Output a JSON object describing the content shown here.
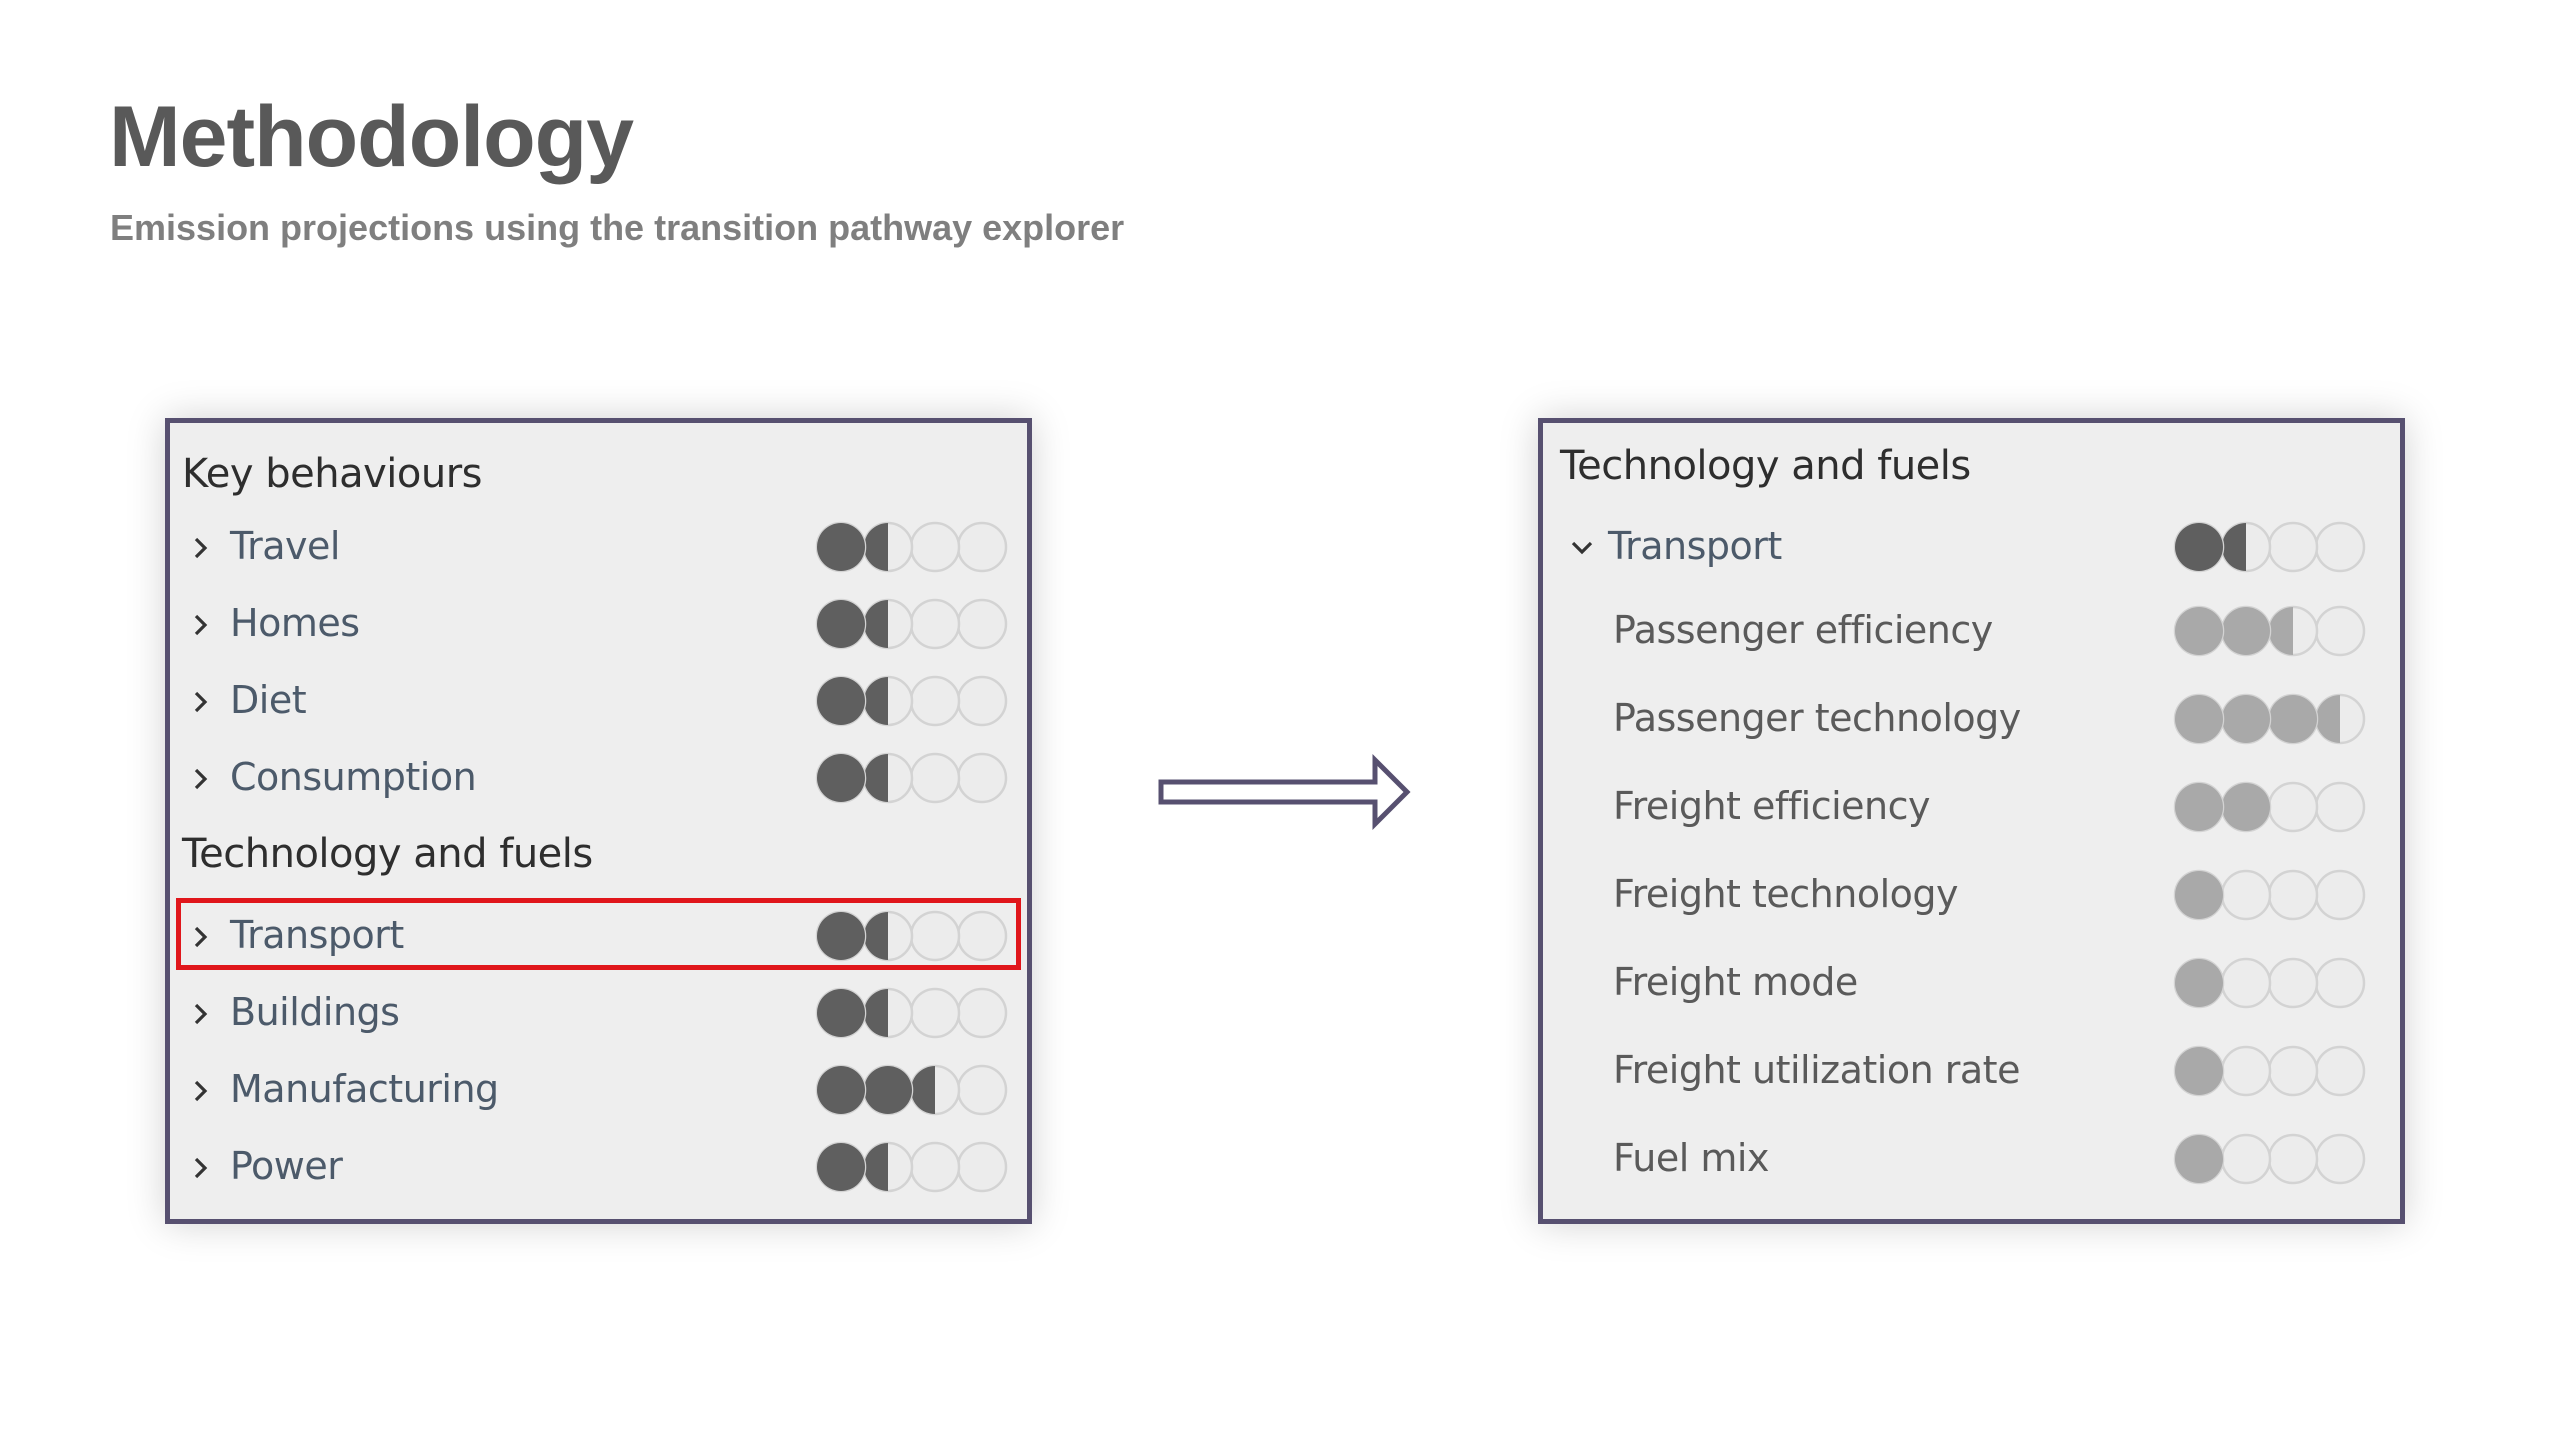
{
  "slide": {
    "title": "Methodology",
    "subtitle": "Emission projections using the transition pathway explorer"
  },
  "left_panel": {
    "sections": [
      {
        "title": "Key behaviours",
        "items": [
          {
            "label": "Travel",
            "level": 1.5
          },
          {
            "label": "Homes",
            "level": 1.5
          },
          {
            "label": "Diet",
            "level": 1.5
          },
          {
            "label": "Consumption",
            "level": 1.5
          }
        ]
      },
      {
        "title": "Technology and fuels",
        "items": [
          {
            "label": "Transport",
            "level": 1.5,
            "highlighted": true
          },
          {
            "label": "Buildings",
            "level": 1.5
          },
          {
            "label": "Manufacturing",
            "level": 2.5
          },
          {
            "label": "Power",
            "level": 1.5
          }
        ]
      }
    ]
  },
  "right_panel": {
    "section_title": "Technology and fuels",
    "expanded_item": {
      "label": "Transport",
      "level": 1.5
    },
    "sub_items": [
      {
        "label": "Passenger efficiency",
        "level": 2.5
      },
      {
        "label": "Passenger technology",
        "level": 3.5
      },
      {
        "label": "Freight efficiency",
        "level": 2.0
      },
      {
        "label": "Freight technology",
        "level": 1.0
      },
      {
        "label": "Freight mode",
        "level": 1.0
      },
      {
        "label": "Freight utilization rate",
        "level": 1.0
      },
      {
        "label": "Fuel mix",
        "level": 1.0
      }
    ]
  },
  "colors": {
    "dark_fill": "#5f5f5f",
    "light_fill": "#a9a9a9",
    "empty_fill": "#ececec",
    "dot_border": "#d3d3d3",
    "highlight": "#e0161b",
    "panel_border": "#575070"
  },
  "icons": {
    "collapsed": "chevron-right-icon",
    "expanded": "chevron-down-icon",
    "arrow": "right-arrow-icon"
  }
}
